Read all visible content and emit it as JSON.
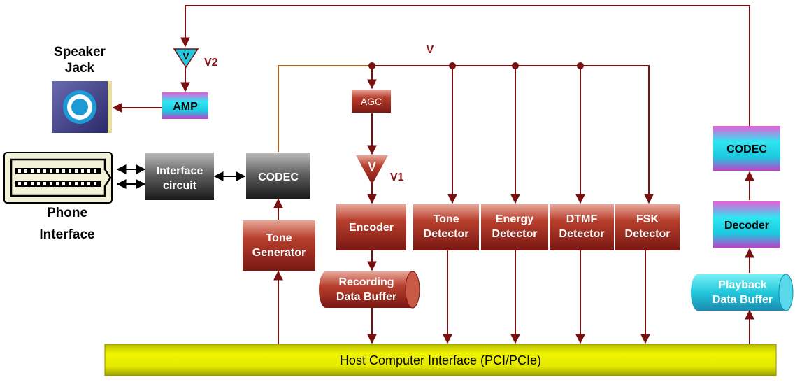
{
  "labels": {
    "speaker_jack": [
      "Speaker",
      "Jack"
    ],
    "phone_interface": [
      "Phone",
      "Interface"
    ],
    "v_top": "V",
    "v2": "V2",
    "v1": "V1",
    "v_triangle": "V",
    "amp": "AMP",
    "interface_circuit": [
      "Interface",
      "circuit"
    ],
    "codec_left": "CODEC",
    "codec_right": "CODEC",
    "agc": "AGC",
    "encoder": "Encoder",
    "tone_generator": [
      "Tone",
      "Generator"
    ],
    "tone_detector": [
      "Tone",
      "Detector"
    ],
    "energy_detector": [
      "Energy",
      "Detector"
    ],
    "dtmf_detector": [
      "DTMF",
      "Detector"
    ],
    "fsk_detector": [
      "FSK",
      "Detector"
    ],
    "decoder": "Decoder",
    "recording_buffer": [
      "Recording",
      "Data Buffer"
    ],
    "playback_buffer": [
      "Playback",
      "Data Buffer"
    ],
    "host_bus": "Host Computer Interface (PCI/PCIe)"
  },
  "colors": {
    "wire": "#7a0f0f",
    "block_text": "#ffffff",
    "label_text": "#8b1010",
    "bus_fill": "#dde300"
  }
}
